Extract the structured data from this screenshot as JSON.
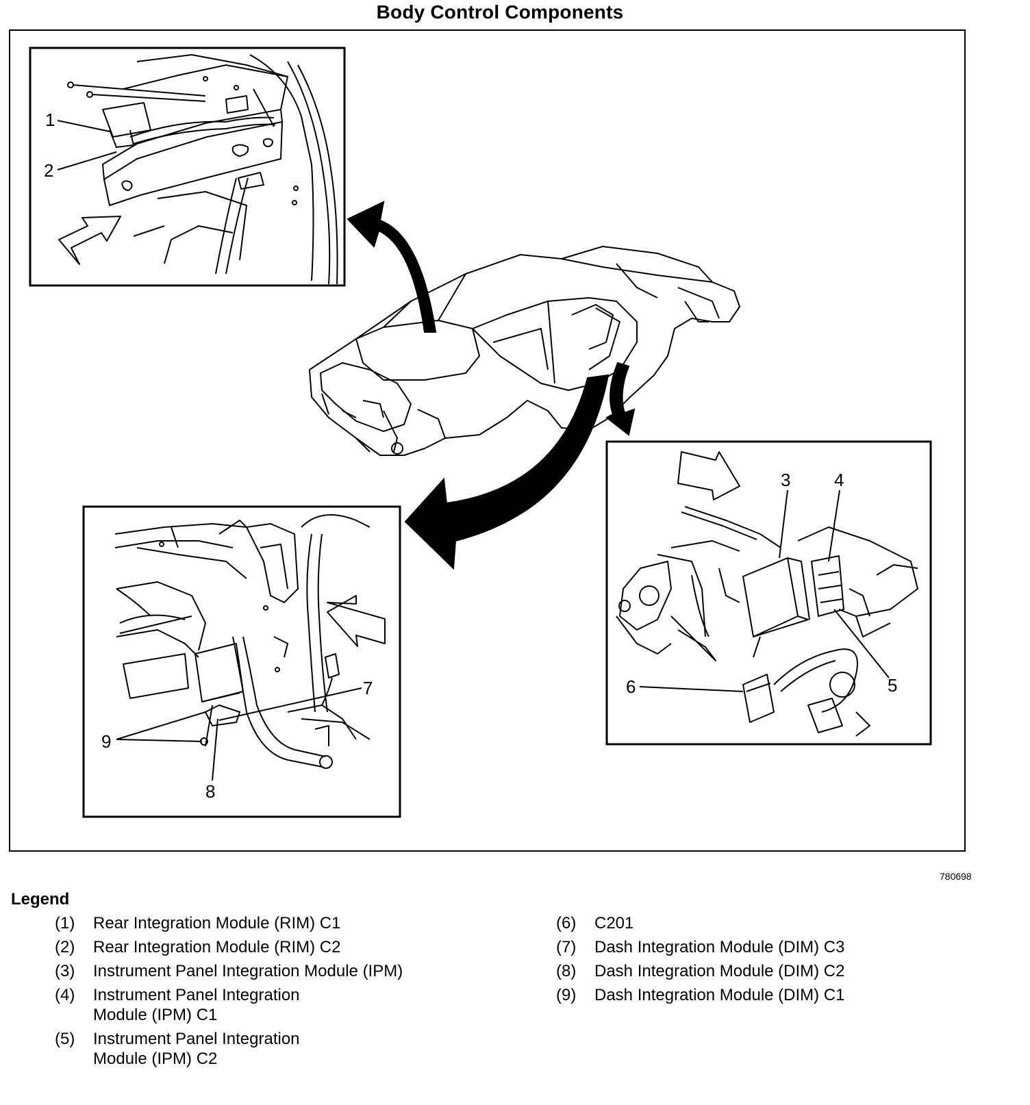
{
  "title": "Body Control Components",
  "figure_id": "780698",
  "callouts": {
    "c1": "1",
    "c2": "2",
    "c3": "3",
    "c4": "4",
    "c5": "5",
    "c6": "6",
    "c7": "7",
    "c8": "8",
    "c9": "9"
  },
  "legend": {
    "heading": "Legend",
    "col1": [
      {
        "num": "(1)",
        "desc": "Rear Integration Module (RIM) C1"
      },
      {
        "num": "(2)",
        "desc": "Rear Integration Module (RIM) C2"
      },
      {
        "num": "(3)",
        "desc": "Instrument Panel Integration Module (IPM)"
      },
      {
        "num": "(4)",
        "desc": "Instrument Panel Integration Module (IPM) C1"
      },
      {
        "num": "(5)",
        "desc": "Instrument Panel Integration Module (IPM) C2"
      }
    ],
    "col2": [
      {
        "num": "(6)",
        "desc": "C201"
      },
      {
        "num": "(7)",
        "desc": "Dash Integration Module (DIM) C3"
      },
      {
        "num": "(8)",
        "desc": "Dash Integration Module (DIM) C2"
      },
      {
        "num": "(9)",
        "desc": "Dash Integration Module (DIM) C1"
      }
    ]
  }
}
